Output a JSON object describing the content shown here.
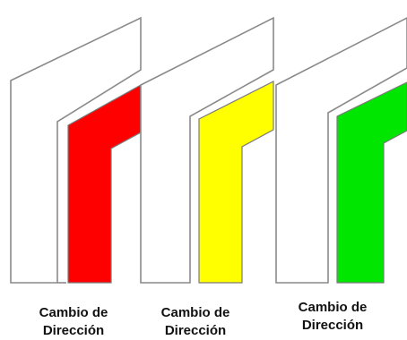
{
  "signals": [
    {
      "color": "#ff0000",
      "icon": "direction-change-arrow-red",
      "caption_line1": "Cambio de",
      "caption_line2": "Dirección"
    },
    {
      "color": "#ffff00",
      "icon": "direction-change-arrow-yellow",
      "caption_line1": "Cambio de",
      "caption_line2": "Dirección"
    },
    {
      "color": "#00e600",
      "icon": "direction-change-arrow-green",
      "caption_line1": "Cambio de",
      "caption_line2": "Dirección"
    }
  ]
}
